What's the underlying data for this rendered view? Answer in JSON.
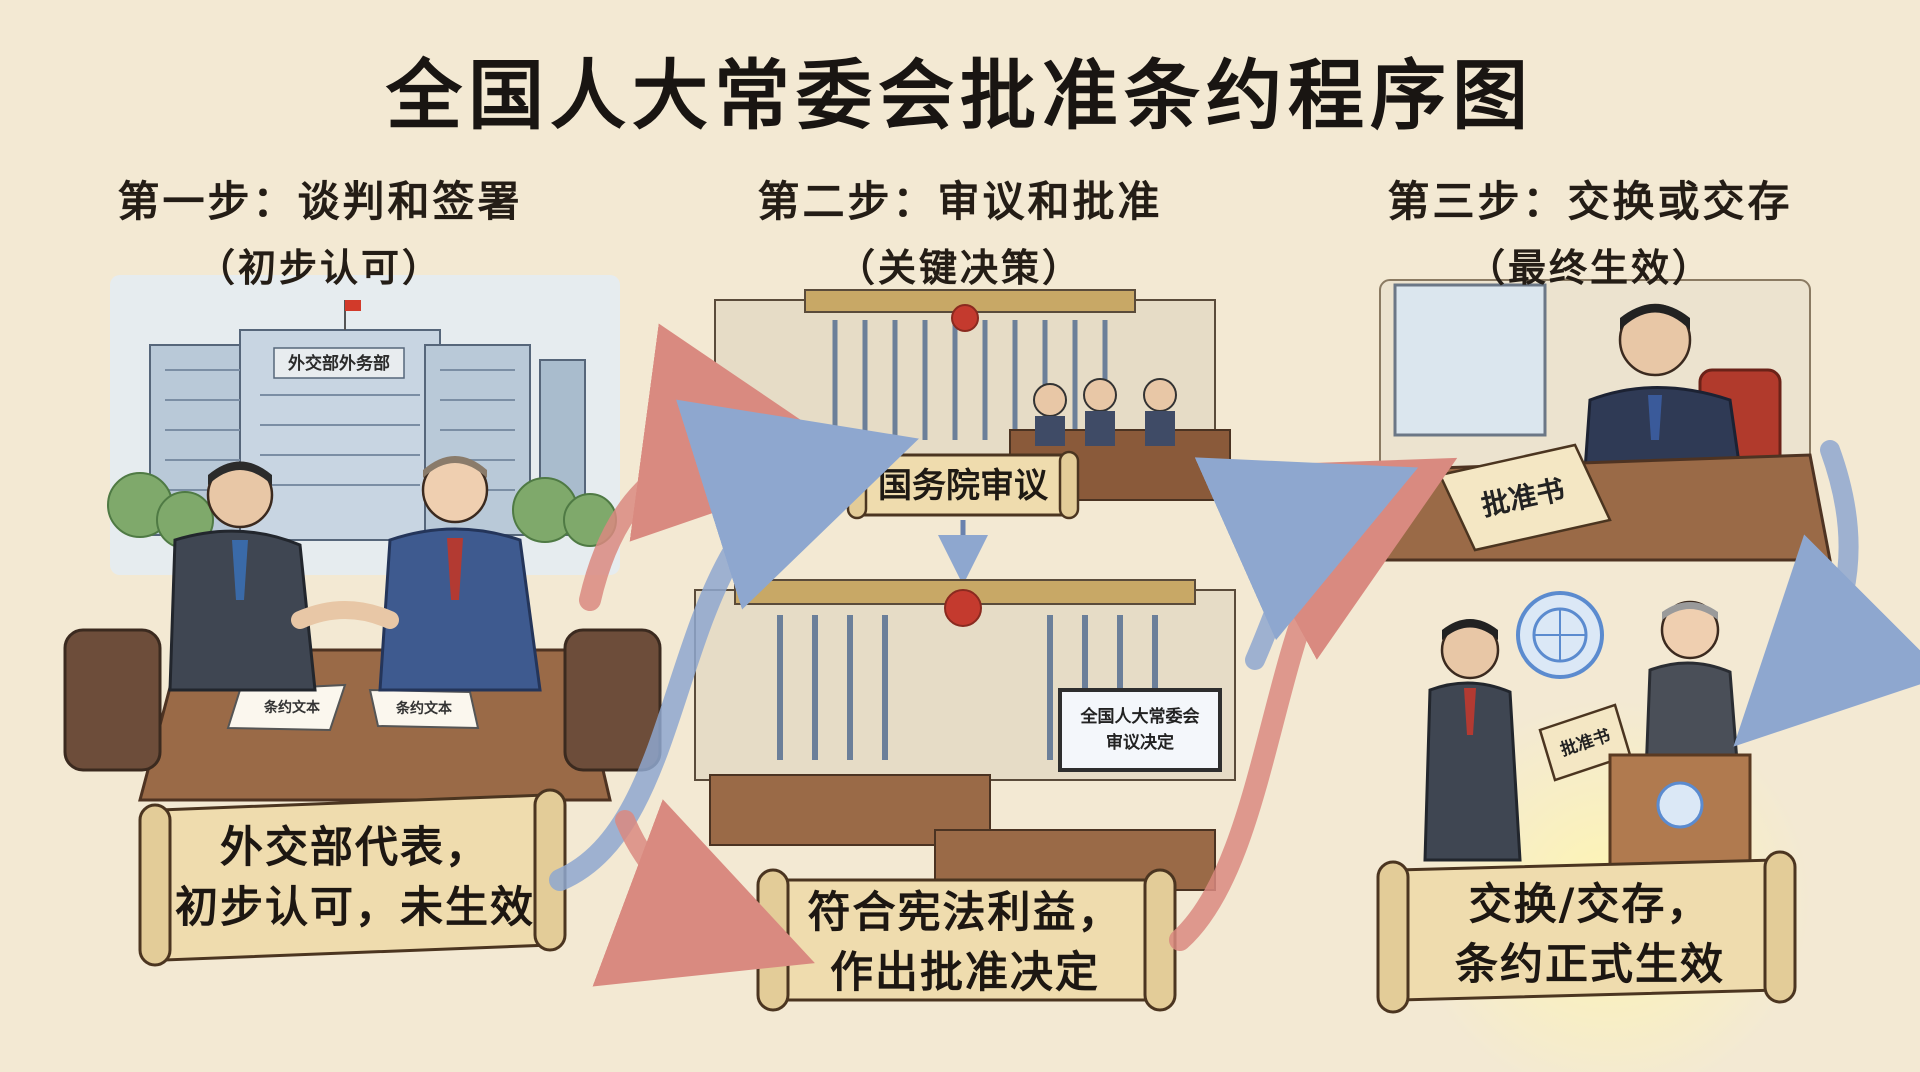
{
  "title": "全国人大常委会批准条约程序图",
  "steps": [
    {
      "heading": "第一步：谈判和签署",
      "subheading": "（初步认可）",
      "building_sign": "外交部外务部",
      "documents": [
        "条约文本",
        "条约文本"
      ],
      "scroll": [
        "外交部代表，",
        "初步认可，未生效"
      ]
    },
    {
      "heading": "第二步：审议和批准",
      "subheading": "（关键决策）",
      "council_label": "国务院审议",
      "screen_text": [
        "全国人大常委会",
        "审议决定"
      ],
      "scroll": [
        "符合宪法利益，",
        "作出批准决定"
      ]
    },
    {
      "heading": "第三步：交换或交存",
      "subheading": "（最终生效）",
      "signing_document": "批准书",
      "exchange_document": "批准书",
      "scroll": [
        "交换/交存，",
        "条约正式生效"
      ]
    }
  ],
  "colors": {
    "background": "#f3e9d3",
    "arrow_red": "#d98a80",
    "arrow_blue": "#8ea7cf",
    "parchment": "#efdcae",
    "ink": "#1f1a14"
  }
}
